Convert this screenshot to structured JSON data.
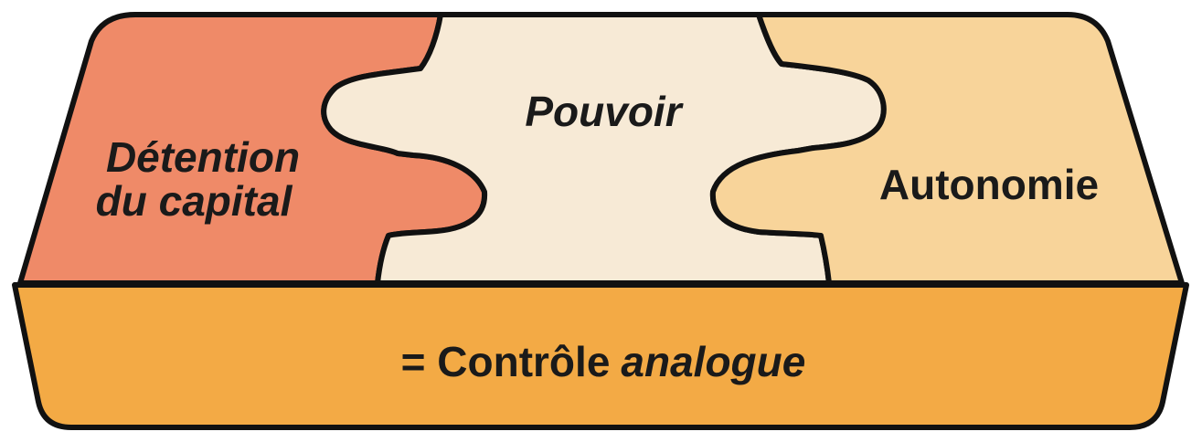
{
  "diagram": {
    "pieces": [
      {
        "id": "left",
        "label_lines": [
          "Détention",
          "du capital"
        ],
        "fill": "#ef8a68",
        "italic": true
      },
      {
        "id": "middle",
        "label_lines": [
          "Pouvoir"
        ],
        "fill": "#f7ead6",
        "italic": true
      },
      {
        "id": "right",
        "label_lines": [
          "Autonomie"
        ],
        "fill": "#f8d49a",
        "italic": false
      }
    ],
    "base": {
      "label_prefix": "= Contrôle",
      "label_suffix": "analogue",
      "fill": "#f3aa45"
    },
    "outline_color": "#111111"
  }
}
